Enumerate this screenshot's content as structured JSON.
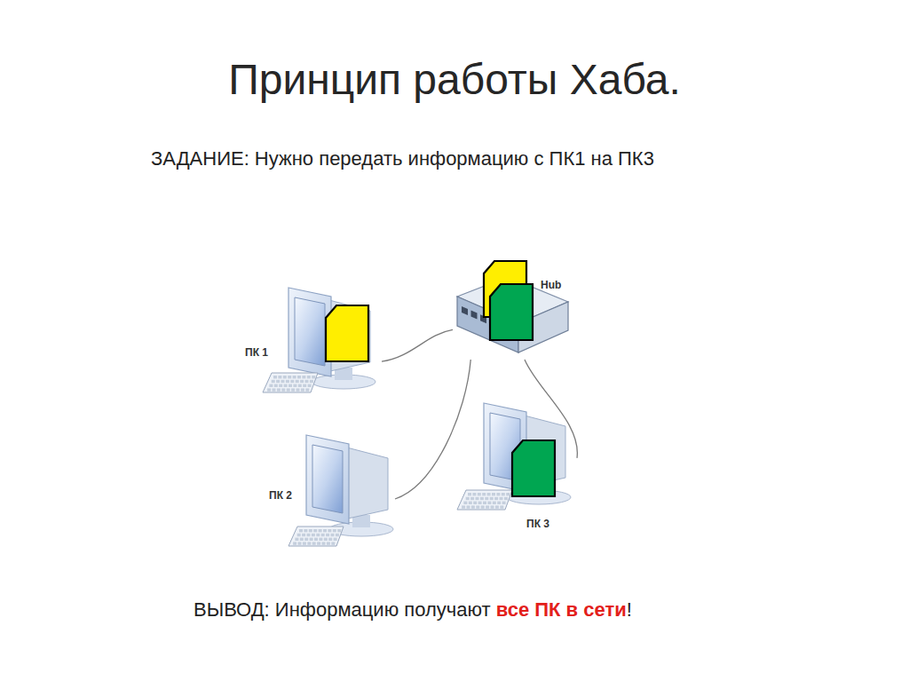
{
  "diagram": {
    "title": "Принцип работы Хаба.",
    "nodes": [
      {
        "text": [
          "ПК 1"
        ]
      },
      {
        "text": [
          "Hub"
        ]
      },
      {
        "text": [
          "ПК 2"
        ]
      },
      {
        "text": [
          "ПК 3"
        ]
      }
    ],
    "edges": [
      {
        "from": 0,
        "to": 1,
        "arrow": "none"
      },
      {
        "from": 2,
        "to": 1,
        "arrow": "none"
      },
      {
        "from": 3,
        "to": 1,
        "arrow": "none"
      }
    ],
    "labels": [
      "ЗАДАНИЕ: Нужно передать информацию с ПК1 на ПК3",
      "ВЫВОД: Информацию получают",
      "все ПК в сети",
      "!"
    ]
  }
}
